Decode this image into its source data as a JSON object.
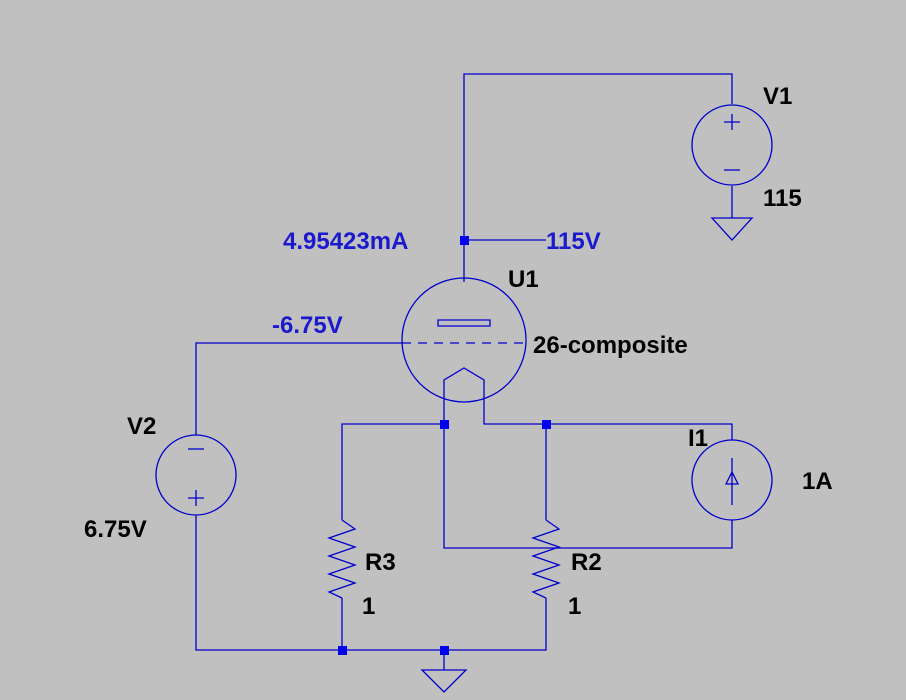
{
  "colors": {
    "background": "#c0c0c0",
    "wire": "#0000cc",
    "annotation": "#1a1acc",
    "label": "#000000"
  },
  "components": {
    "v1": {
      "name": "V1",
      "value": "115"
    },
    "v2": {
      "name": "V2",
      "value": "6.75V"
    },
    "u1": {
      "name": "U1",
      "model": "26-composite"
    },
    "i1": {
      "name": "I1",
      "value": "1A"
    },
    "r2": {
      "name": "R2",
      "value": "1"
    },
    "r3": {
      "name": "R3",
      "value": "1"
    }
  },
  "annotations": {
    "plate_current": "4.95423mA",
    "plate_voltage": "115V",
    "grid_voltage": "-6.75V"
  },
  "icons": [
    "voltage-source-icon",
    "current-source-icon",
    "resistor-icon",
    "ground-icon",
    "triode-tube-icon"
  ]
}
